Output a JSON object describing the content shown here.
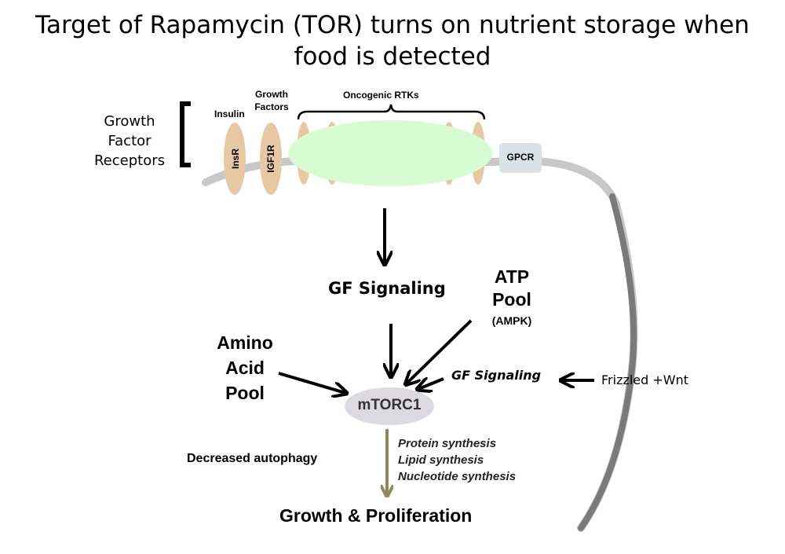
{
  "title": {
    "line1": "Target of Rapamycin (TOR) turns on nutrient storage when",
    "line2": "food is detected"
  },
  "receptors": {
    "group_label": [
      "Growth",
      "Factor",
      "Receptors"
    ],
    "insulin_label": "Insulin",
    "growth_factors_label": [
      "Growth",
      "Factors"
    ],
    "oncogenic_label": "Oncogenic RTKs",
    "insr": "InsR",
    "igf1r": "IGF1R",
    "gpcr": "GPCR"
  },
  "signaling": {
    "gf_signaling": "GF Signaling",
    "atp_pool": [
      "ATP",
      "Pool"
    ],
    "ampk": "(AMPK)",
    "amino_acid_pool": [
      "Amino",
      "Acid",
      "Pool"
    ],
    "gf_signaling_2": "GF Signaling",
    "frizzled": "Frizzled +Wnt",
    "mtorc1": "mTORC1"
  },
  "outputs": {
    "decreased_autophagy": "Decreased autophagy",
    "synthesis": [
      "Protein synthesis",
      "Lipid synthesis",
      "Nucleotide synthesis"
    ],
    "result": "Growth & Proliferation"
  },
  "colors": {
    "membrane": "#c8c8c8",
    "receptor": "#e6c9a4",
    "rtk_cluster": "#d7fbd2",
    "gpcr": "#d9e3e6",
    "mtorc1": "#dcdae0",
    "output_arrow": "#8c8c5a"
  }
}
